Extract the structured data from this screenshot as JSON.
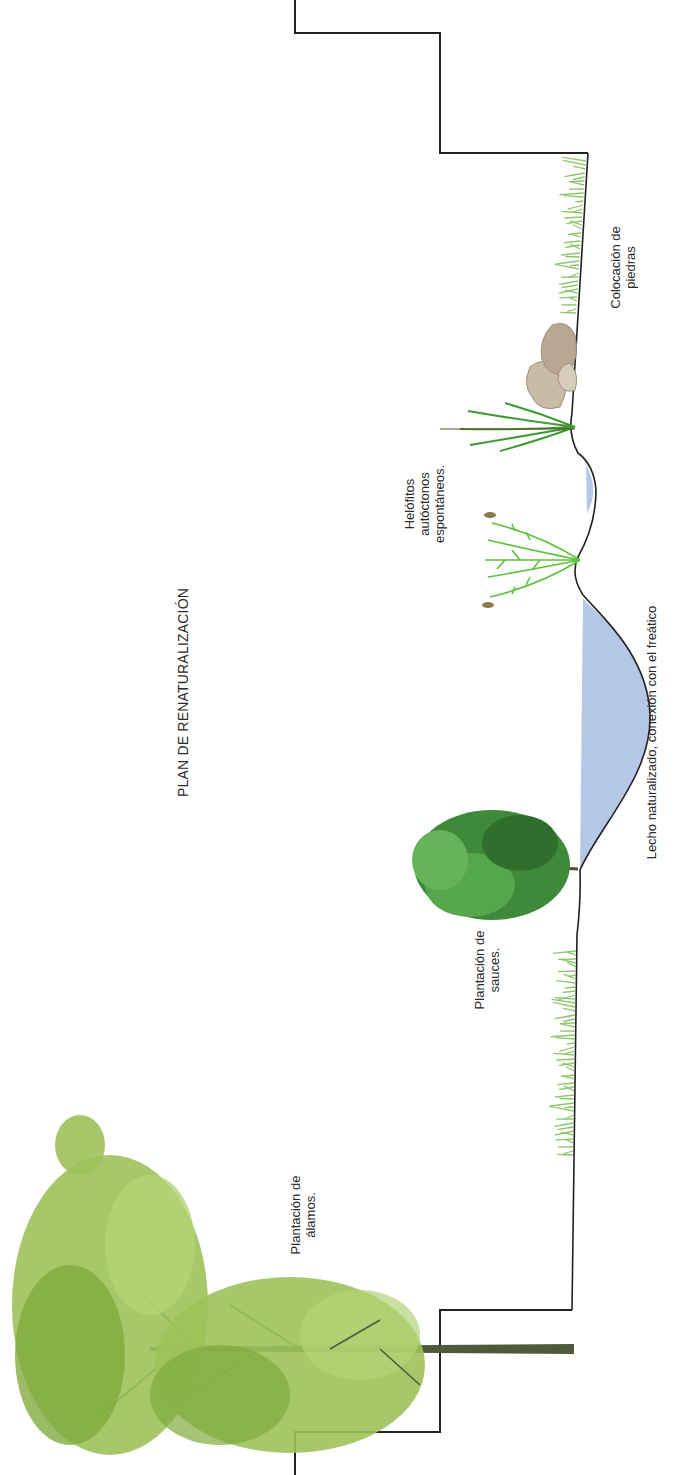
{
  "diagram": {
    "title": "PLAN DE RENATURALIZACIÓN",
    "labels": [
      "Plantación de álamos.",
      "Plantación de sauces.",
      "Helófitos autóctonos espontáneos.",
      "Lecho naturalizado, conexión con el freático",
      "Colocación de piedras"
    ]
  }
}
